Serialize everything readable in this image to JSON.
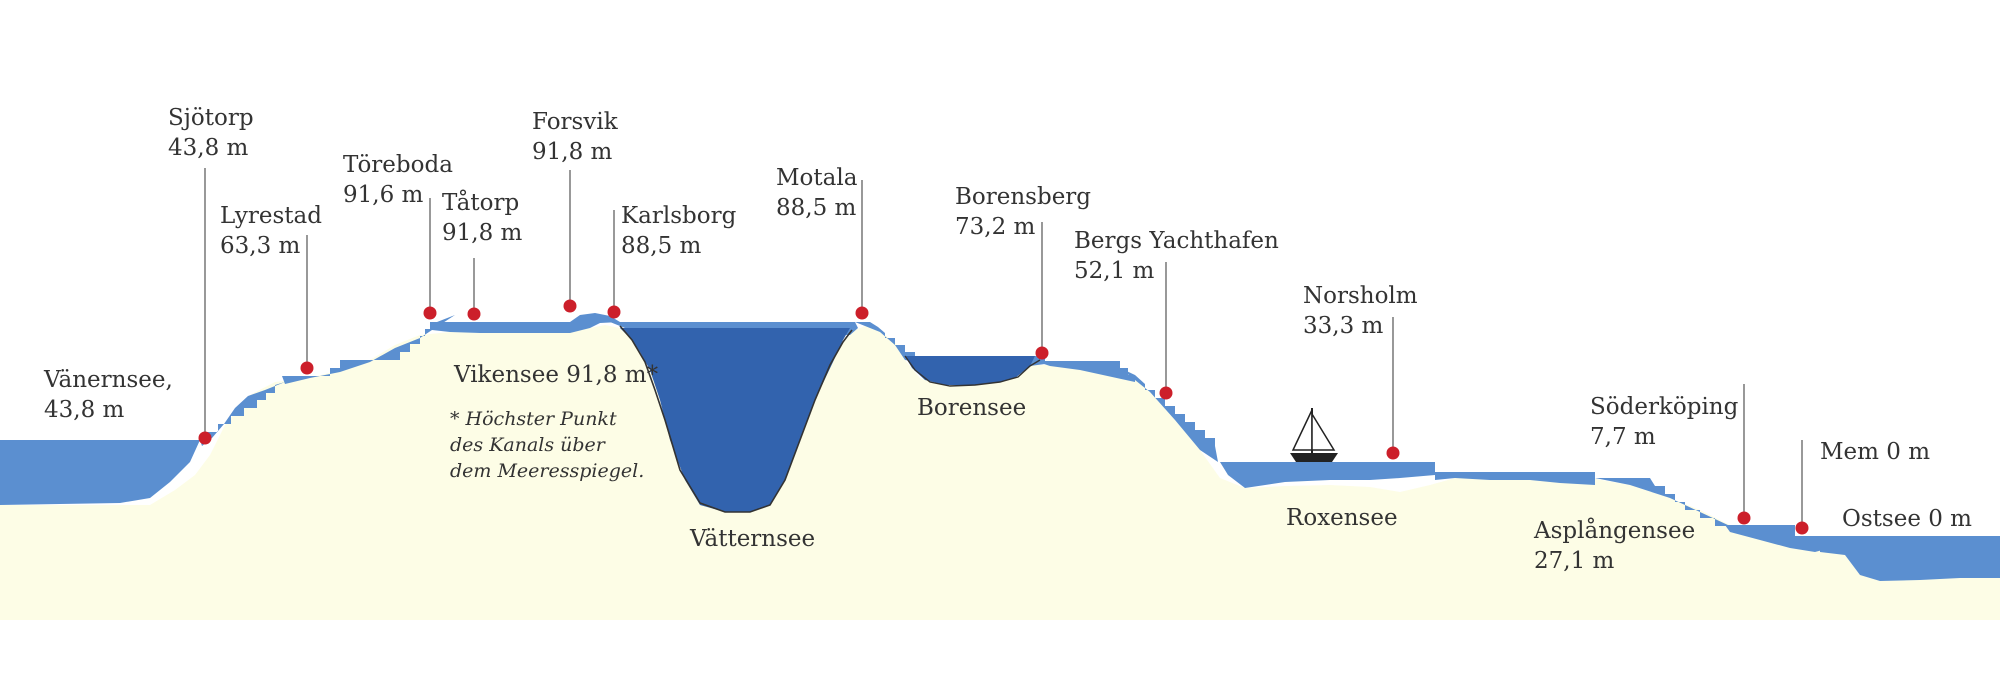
{
  "colors": {
    "land": "#fdfde6",
    "canal": "#5b8fd0",
    "lake_deep": "#3263ae",
    "pin": "#cc1f2a",
    "leader": "#555555",
    "text": "#333333"
  },
  "stations": [
    {
      "id": "sjotorp",
      "name": "Sjötorp",
      "height": "43,8 m"
    },
    {
      "id": "lyrestad",
      "name": "Lyrestad",
      "height": "63,3 m"
    },
    {
      "id": "toreboda",
      "name": "Töreboda",
      "height": "91,6 m"
    },
    {
      "id": "tatorp",
      "name": "Tåtorp",
      "height": "91,8 m"
    },
    {
      "id": "forsvik",
      "name": "Forsvik",
      "height": "91,8 m"
    },
    {
      "id": "karlsborg",
      "name": "Karlsborg",
      "height": "88,5 m"
    },
    {
      "id": "motala",
      "name": "Motala",
      "height": "88,5 m"
    },
    {
      "id": "borensberg",
      "name": "Borensberg",
      "height": "73,2 m"
    },
    {
      "id": "bergs",
      "name": "Bergs Yachthafen",
      "height": "52,1 m"
    },
    {
      "id": "norsholm",
      "name": "Norsholm",
      "height": "33,3 m"
    },
    {
      "id": "soderkoping",
      "name": "Söderköping",
      "height": "7,7 m"
    },
    {
      "id": "mem",
      "name": "Mem 0 m",
      "height": ""
    }
  ],
  "lakes": {
    "vanern_name": "Vänernsee,",
    "vanern_height": "43,8 m",
    "vikensee": "Vikensee 91,8 m*",
    "vattern": "Vätternsee",
    "boren": "Borensee",
    "roxen": "Roxensee",
    "asplangen_name": "Asplångensee",
    "asplangen_height": "27,1 m",
    "ostsee": "Ostsee 0 m"
  },
  "footnote": [
    "* Höchster Punkt",
    "des Kanals über",
    "dem Meeresspiegel."
  ]
}
